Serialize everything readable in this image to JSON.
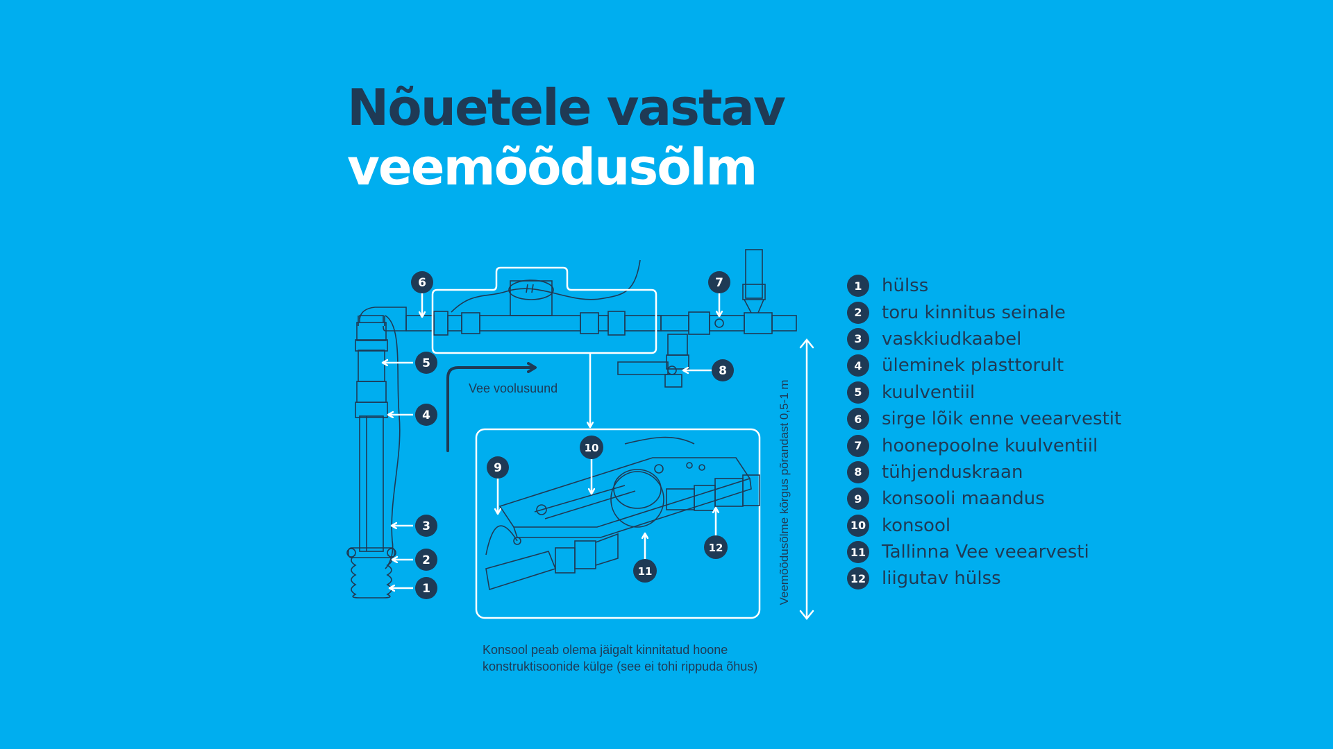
{
  "title": {
    "line1": "Nõuetele vastav",
    "line2": "veemõõdusõlm"
  },
  "colors": {
    "background": "#00AEEF",
    "dark": "#1F3A55",
    "line": "#FFFFFF"
  },
  "diagram": {
    "flow_label": "Vee voolusuund",
    "height_label": "Veemõõdusõlme kõrgus põrandast 0,5-1 m",
    "note": "Konsool peab olema jäigalt kinnitatud hoone konstruktisoonide külge (see ei tohi rippuda õhus)",
    "markers": [
      "1",
      "2",
      "3",
      "4",
      "5",
      "6",
      "7",
      "8",
      "9",
      "10",
      "11",
      "12"
    ]
  },
  "legend": [
    {
      "num": "1",
      "label": "hülss"
    },
    {
      "num": "2",
      "label": "toru kinnitus seinale"
    },
    {
      "num": "3",
      "label": "vaskkiudkaabel"
    },
    {
      "num": "4",
      "label": "üleminek plasttorult"
    },
    {
      "num": "5",
      "label": "kuulventiil"
    },
    {
      "num": "6",
      "label": "sirge lõik enne veearvestit"
    },
    {
      "num": "7",
      "label": "hoonepoolne kuulventiil"
    },
    {
      "num": "8",
      "label": "tühjenduskraan"
    },
    {
      "num": "9",
      "label": "konsooli maandus"
    },
    {
      "num": "10",
      "label": "konsool"
    },
    {
      "num": "11",
      "label": "Tallinna Vee veearvesti"
    },
    {
      "num": "12",
      "label": "liigutav hülss"
    }
  ]
}
